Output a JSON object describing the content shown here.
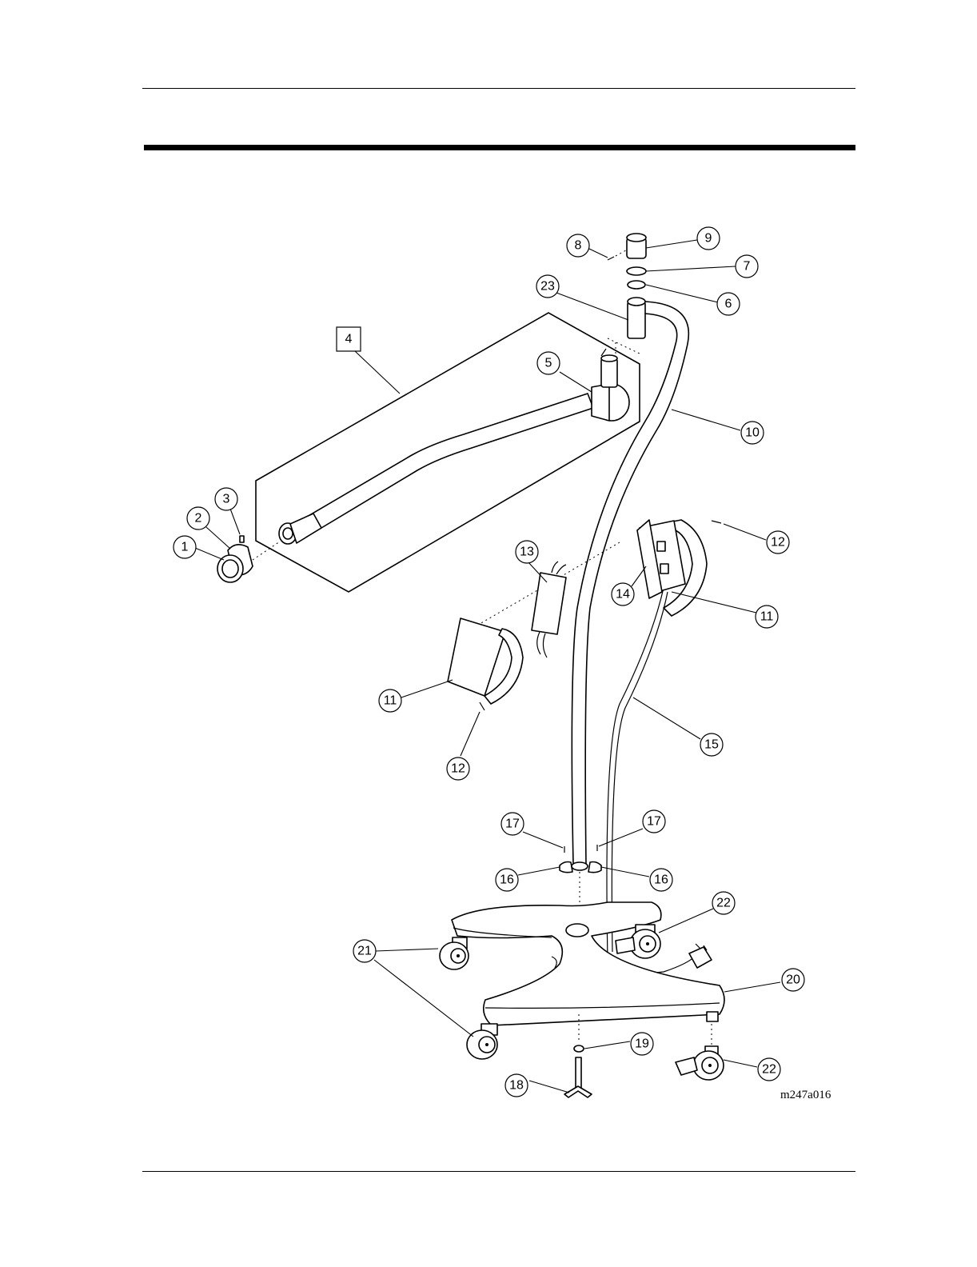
{
  "figure_ref": "m247a016",
  "callouts": {
    "c1": "1",
    "c2": "2",
    "c3": "3",
    "c4": "4",
    "c5": "5",
    "c6": "6",
    "c7": "7",
    "c8": "8",
    "c9": "9",
    "c10": "10",
    "c11a": "11",
    "c11b": "11",
    "c12a": "12",
    "c12b": "12",
    "c13": "13",
    "c14": "14",
    "c15": "15",
    "c16a": "16",
    "c16b": "16",
    "c17a": "17",
    "c17b": "17",
    "c18": "18",
    "c19": "19",
    "c20": "20",
    "c21": "21",
    "c22a": "22",
    "c22b": "22",
    "c23": "23"
  }
}
